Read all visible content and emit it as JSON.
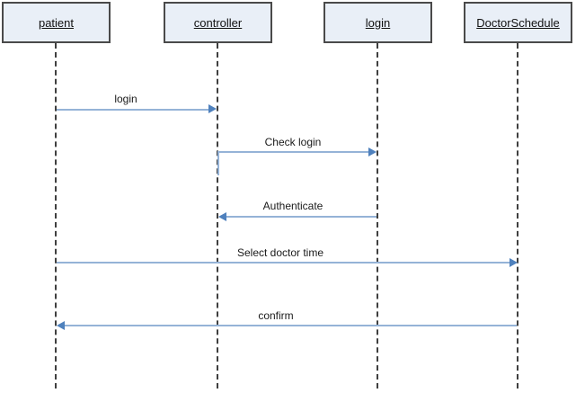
{
  "diagram": {
    "type": "uml-sequence",
    "actors": [
      {
        "id": "patient",
        "label": "patient"
      },
      {
        "id": "controller",
        "label": "controller"
      },
      {
        "id": "login",
        "label": "login"
      },
      {
        "id": "doctorschedule",
        "label": "DoctorSchedule"
      }
    ],
    "messages": [
      {
        "label": "login",
        "from": "patient",
        "to": "controller",
        "direction": "right"
      },
      {
        "label": "Check login",
        "from": "controller",
        "to": "login",
        "direction": "right"
      },
      {
        "label": "Authenticate",
        "from": "login",
        "to": "controller",
        "direction": "left"
      },
      {
        "label": "Select doctor time",
        "from": "patient",
        "to": "DoctorSchedule",
        "direction": "right"
      },
      {
        "label": "confirm",
        "from": "DoctorSchedule",
        "to": "patient",
        "direction": "left"
      }
    ],
    "colors": {
      "actor_fill": "#e9eff7",
      "actor_border": "#4a4a4a",
      "lifeline": "#3f3f3f",
      "message_line": "#95b3d7",
      "arrowhead": "#4f81bd",
      "text": "#1a1a1a",
      "background": "#ffffff"
    }
  }
}
